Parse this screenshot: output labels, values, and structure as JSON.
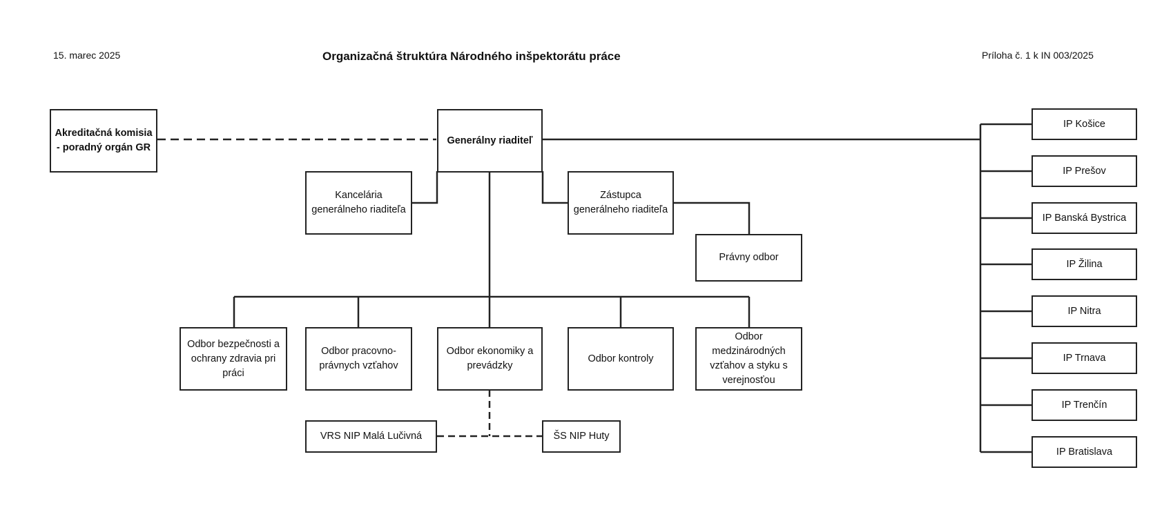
{
  "header": {
    "date": "15. marec 2025",
    "title": "Organizačná štruktúra Národného inšpektorátu práce",
    "annex": "Príloha č. 1  k IN 003/2025"
  },
  "nodes": {
    "accreditation": "Akreditačná komisia - poradný orgán GR",
    "director": "Generálny riaditeľ",
    "office": "Kancelária generálneho riaditeľa",
    "deputy": "Zástupca generálneho riaditeľa",
    "legal": "Právny odbor",
    "dept_safety": "Odbor bezpečnosti a ochrany zdravia pri práci",
    "dept_labour": "Odbor pracovno-právnych vzťahov",
    "dept_economy": "Odbor ekonomiky a prevádzky",
    "dept_control": "Odbor kontroly",
    "dept_international": "Odbor medzinárodných vzťahov a styku s verejnosťou",
    "facility_lucivna": "VRS NIP Malá Lučivná",
    "facility_huty": "ŠS NIP Huty"
  },
  "inspectorates": [
    "IP Košice",
    "IP Prešov",
    "IP Banská Bystrica",
    "IP Žilina",
    "IP Nitra",
    "IP Trnava",
    "IP Trenčín",
    "IP Bratislava"
  ]
}
